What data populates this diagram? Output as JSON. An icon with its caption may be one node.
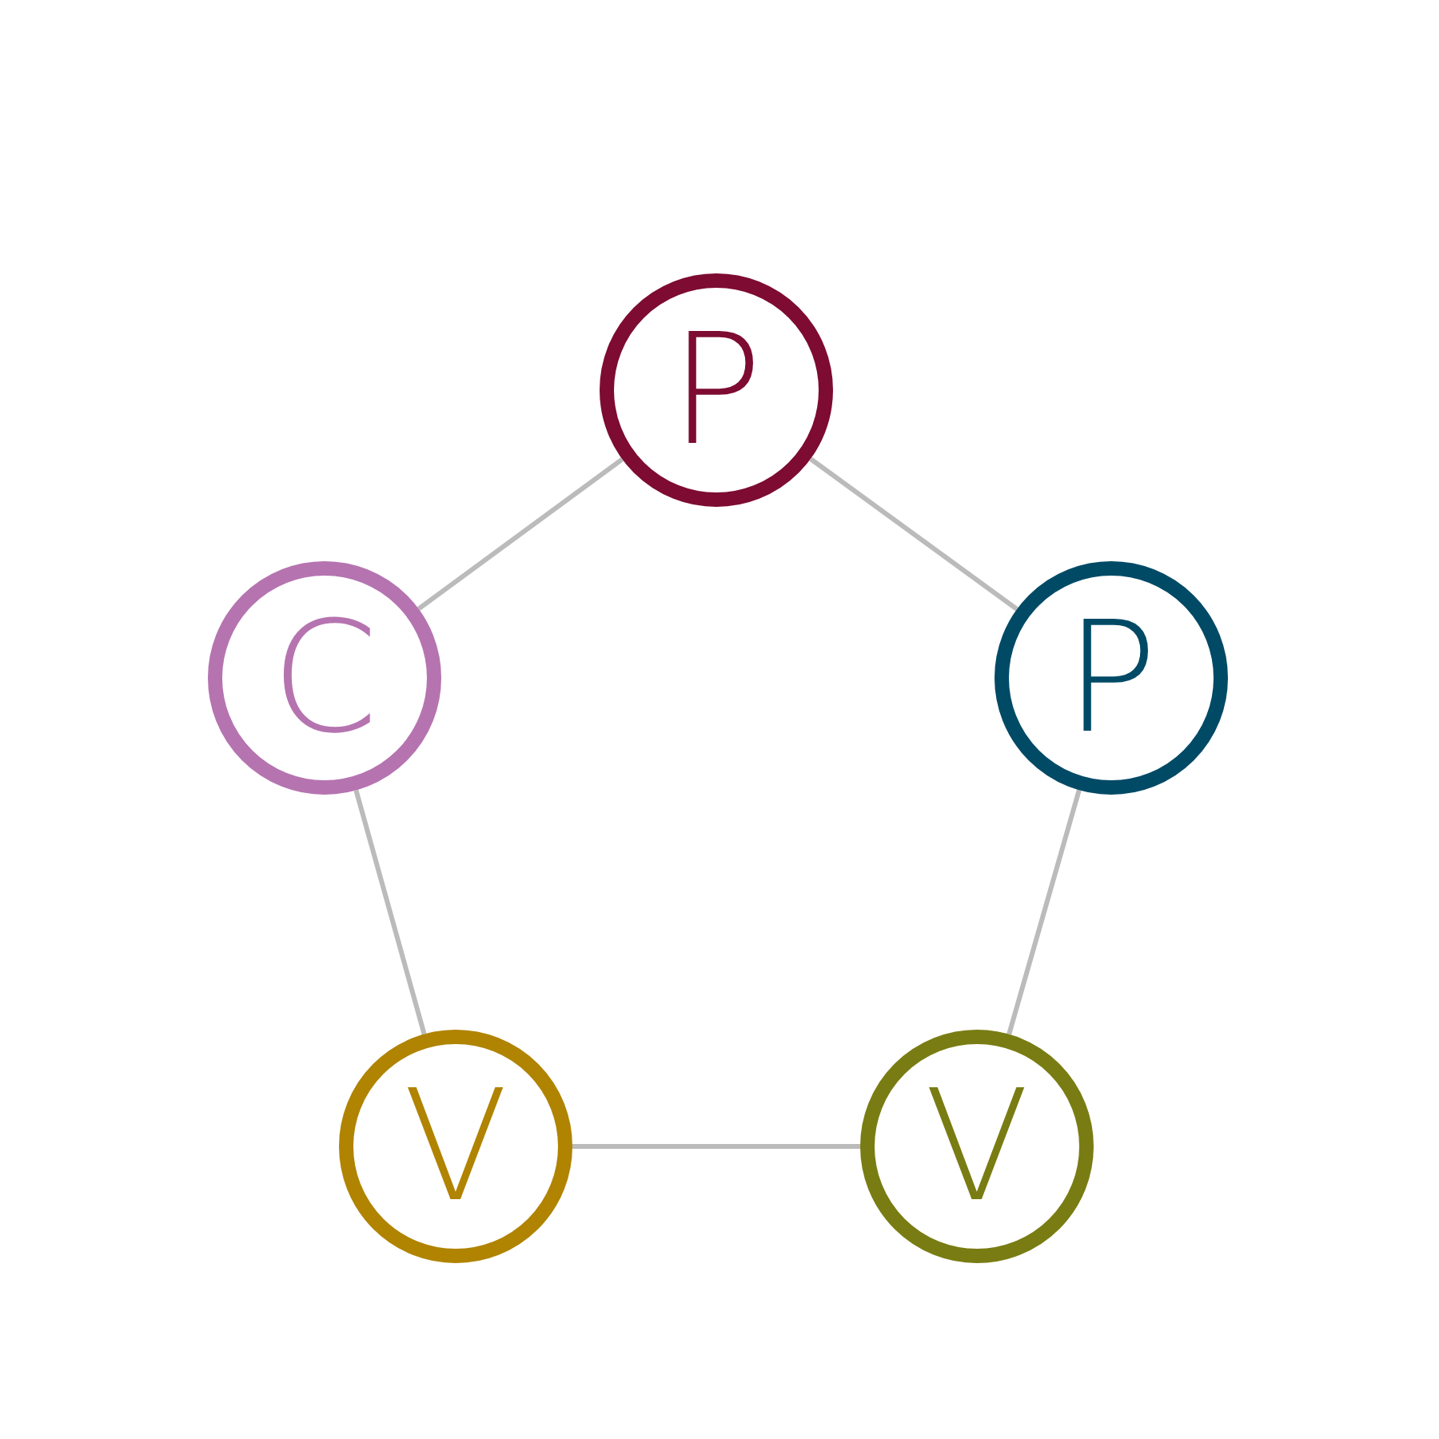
{
  "diagram": {
    "nodes": [
      {
        "text": [
          "P"
        ]
      },
      {
        "text": [
          "C"
        ]
      },
      {
        "text": [
          "P"
        ]
      },
      {
        "text": [
          "V"
        ]
      },
      {
        "text": [
          "V"
        ]
      }
    ],
    "edges": [
      {
        "from": 0,
        "to": 2,
        "arrow": "none"
      },
      {
        "from": 2,
        "to": 4,
        "arrow": "none"
      },
      {
        "from": 4,
        "to": 3,
        "arrow": "none"
      },
      {
        "from": 3,
        "to": 1,
        "arrow": "none"
      },
      {
        "from": 1,
        "to": 0,
        "arrow": "none"
      }
    ]
  }
}
